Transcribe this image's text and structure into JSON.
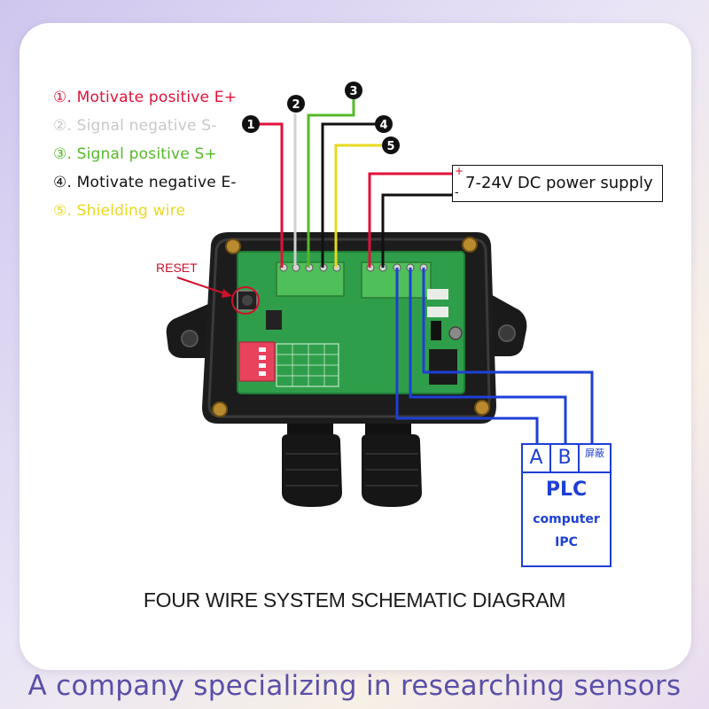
{
  "legend": [
    {
      "text": "①. Motivate positive E+",
      "color": "#e0113a"
    },
    {
      "text": "②. Signal negative S-",
      "color": "#c8c8c8"
    },
    {
      "text": "③. Signal positive S+",
      "color": "#55b82a"
    },
    {
      "text": "④. Motivate negative E-",
      "color": "#111111"
    },
    {
      "text": "⑤. Shielding wire",
      "color": "#e8d820"
    }
  ],
  "wire_badges": [
    "1",
    "2",
    "3",
    "4",
    "5"
  ],
  "reset_label": "RESET",
  "power_supply": {
    "label": "7-24V DC power supply",
    "plus": "+",
    "minus": "-"
  },
  "plc": {
    "a": "A",
    "b": "B",
    "shield": "屏蔽",
    "title": "PLC",
    "line1": "computer",
    "line2": "IPC"
  },
  "caption": "FOUR WIRE SYSTEM SCHEMATIC DIAGRAM",
  "footer": "A company specializing in researching sensors",
  "colors": {
    "red": "#e0113a",
    "white": "#d0d0d0",
    "green": "#55b82a",
    "black": "#111111",
    "yellow": "#e8d820",
    "blue": "#1e3fd6",
    "footer": "#5a4fa8"
  }
}
